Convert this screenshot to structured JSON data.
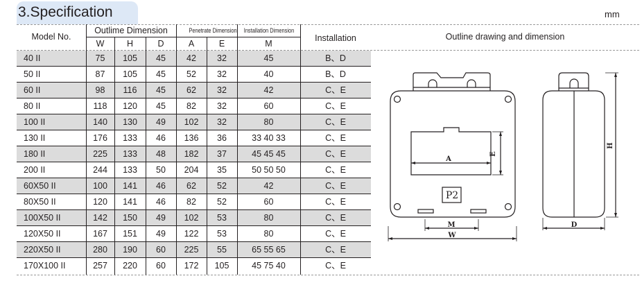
{
  "section_title": "3.Specification",
  "unit_label": "mm",
  "table": {
    "headers": {
      "model": "Model No.",
      "outline_group": "Outlime Dimension",
      "penetrate_group": "Penetrate Dimension",
      "installation_dim_group": "Installation Dimension",
      "installation": "Installation",
      "drawing": "Outline drawing and dimension",
      "sub": [
        "W",
        "H",
        "D",
        "A",
        "E",
        "M"
      ]
    },
    "rows": [
      {
        "model": "40 II",
        "W": "75",
        "H": "105",
        "D": "45",
        "A": "42",
        "E": "32",
        "M": "45",
        "installation": "B、D"
      },
      {
        "model": "50 II",
        "W": "87",
        "H": "105",
        "D": "45",
        "A": "52",
        "E": "32",
        "M": "40",
        "installation": "B、D"
      },
      {
        "model": "60 II",
        "W": "98",
        "H": "116",
        "D": "45",
        "A": "62",
        "E": "32",
        "M": "42",
        "installation": "C、E"
      },
      {
        "model": "80 II",
        "W": "118",
        "H": "120",
        "D": "45",
        "A": "82",
        "E": "32",
        "M": "60",
        "installation": "C、E"
      },
      {
        "model": "100 II",
        "W": "140",
        "H": "130",
        "D": "49",
        "A": "102",
        "E": "32",
        "M": "80",
        "installation": "C、E"
      },
      {
        "model": "130 II",
        "W": "176",
        "H": "133",
        "D": "46",
        "A": "136",
        "E": "36",
        "M": "33 40 33",
        "installation": "C、E"
      },
      {
        "model": "180 II",
        "W": "225",
        "H": "133",
        "D": "48",
        "A": "182",
        "E": "37",
        "M": "45 45 45",
        "installation": "C、E"
      },
      {
        "model": "200 II",
        "W": "244",
        "H": "133",
        "D": "50",
        "A": "204",
        "E": "35",
        "M": "50 50 50",
        "installation": "C、E"
      },
      {
        "model": "60X50 II",
        "W": "100",
        "H": "141",
        "D": "46",
        "A": "62",
        "E": "52",
        "M": "42",
        "installation": "C、E"
      },
      {
        "model": "80X50 II",
        "W": "120",
        "H": "141",
        "D": "46",
        "A": "82",
        "E": "52",
        "M": "60",
        "installation": "C、E"
      },
      {
        "model": "100X50 II",
        "W": "142",
        "H": "150",
        "D": "49",
        "A": "102",
        "E": "53",
        "M": "80",
        "installation": "C、E"
      },
      {
        "model": "120X50 II",
        "W": "167",
        "H": "151",
        "D": "49",
        "A": "122",
        "E": "53",
        "M": "80",
        "installation": "C、E"
      },
      {
        "model": "220X50 II",
        "W": "280",
        "H": "190",
        "D": "60",
        "A": "225",
        "E": "55",
        "M": "65 55 65",
        "installation": "C、E"
      },
      {
        "model": "170X100 II",
        "W": "257",
        "H": "220",
        "D": "60",
        "A": "172",
        "E": "105",
        "M": "45 75 40",
        "installation": "C、E"
      }
    ]
  },
  "drawing": {
    "labels": {
      "A": "A",
      "E": "E",
      "M": "M",
      "W": "W",
      "H": "H",
      "D": "D",
      "plate": "P2"
    }
  }
}
